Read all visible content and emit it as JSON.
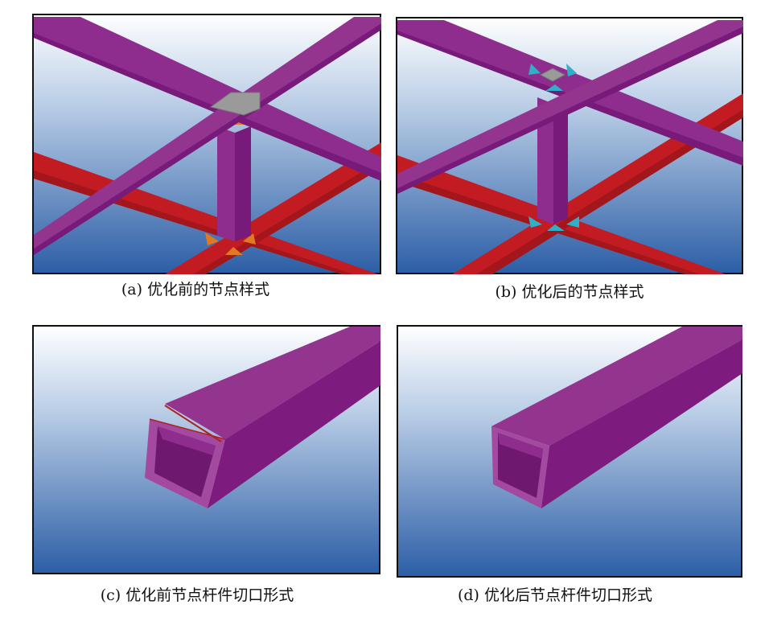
{
  "figure": {
    "captions": {
      "a": "(a) 优化前的节点样式",
      "b": "(b) 优化后的节点样式",
      "c": "(c) 优化前节点杆件切口形式",
      "d": "(d) 优化后节点杆件切口形式"
    }
  },
  "colors": {
    "purple": "#8e2d8e",
    "purple_dark": "#781a7a",
    "red": "#c21b22",
    "red_dark": "#a3161c",
    "plate": "#9a9a9a",
    "stiffener_before": "#e0791f",
    "stiffener_after": "#2fb0c8",
    "sky_top": "#ffffff",
    "sky_bottom": "#2c5ea6"
  }
}
